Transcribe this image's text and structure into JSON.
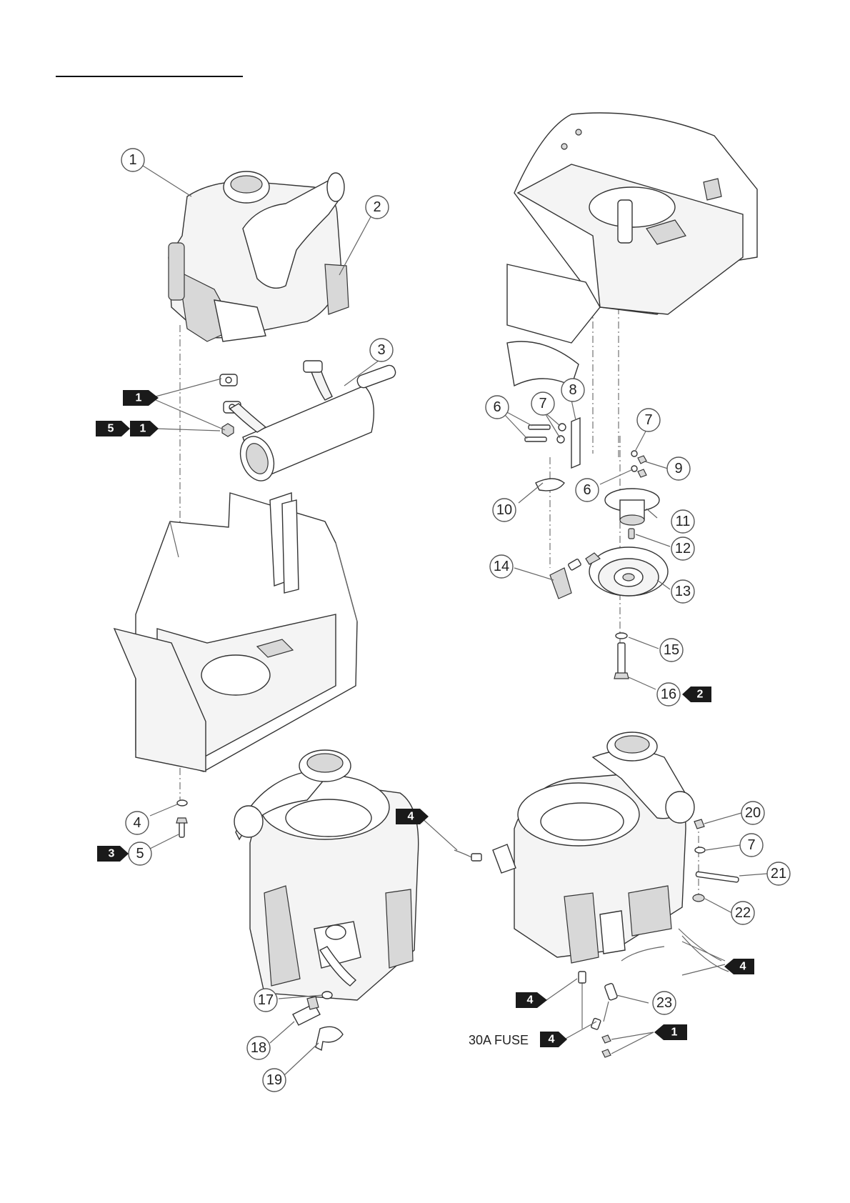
{
  "callouts": [
    {
      "id": "c1",
      "label": "1"
    },
    {
      "id": "c2",
      "label": "2"
    },
    {
      "id": "c3",
      "label": "3"
    },
    {
      "id": "c4",
      "label": "4"
    },
    {
      "id": "c5",
      "label": "5"
    },
    {
      "id": "c6a",
      "label": "6"
    },
    {
      "id": "c6b",
      "label": "6"
    },
    {
      "id": "c7a",
      "label": "7"
    },
    {
      "id": "c7b",
      "label": "7"
    },
    {
      "id": "c7c",
      "label": "7"
    },
    {
      "id": "c8",
      "label": "8"
    },
    {
      "id": "c9",
      "label": "9"
    },
    {
      "id": "c10",
      "label": "10"
    },
    {
      "id": "c11",
      "label": "11"
    },
    {
      "id": "c12",
      "label": "12"
    },
    {
      "id": "c13",
      "label": "13"
    },
    {
      "id": "c14",
      "label": "14"
    },
    {
      "id": "c15",
      "label": "15"
    },
    {
      "id": "c16",
      "label": "16"
    },
    {
      "id": "c17",
      "label": "17"
    },
    {
      "id": "c18",
      "label": "18"
    },
    {
      "id": "c19",
      "label": "19"
    },
    {
      "id": "c20",
      "label": "20"
    },
    {
      "id": "c21",
      "label": "21"
    },
    {
      "id": "c22",
      "label": "22"
    },
    {
      "id": "c23",
      "label": "23"
    }
  ],
  "tags": [
    {
      "id": "t1a",
      "label": "1"
    },
    {
      "id": "t5",
      "label": "5"
    },
    {
      "id": "t1b",
      "label": "1"
    },
    {
      "id": "t2",
      "label": "2"
    },
    {
      "id": "t3",
      "label": "3"
    },
    {
      "id": "t4a",
      "label": "4"
    },
    {
      "id": "t4b",
      "label": "4"
    },
    {
      "id": "t4c",
      "label": "4"
    },
    {
      "id": "t4d",
      "label": "4"
    },
    {
      "id": "t1c",
      "label": "1"
    }
  ],
  "fuse_label": "30A FUSE",
  "colors": {
    "ink": "#333333",
    "tag_fill": "#1a1a1a",
    "background": "#ffffff"
  }
}
